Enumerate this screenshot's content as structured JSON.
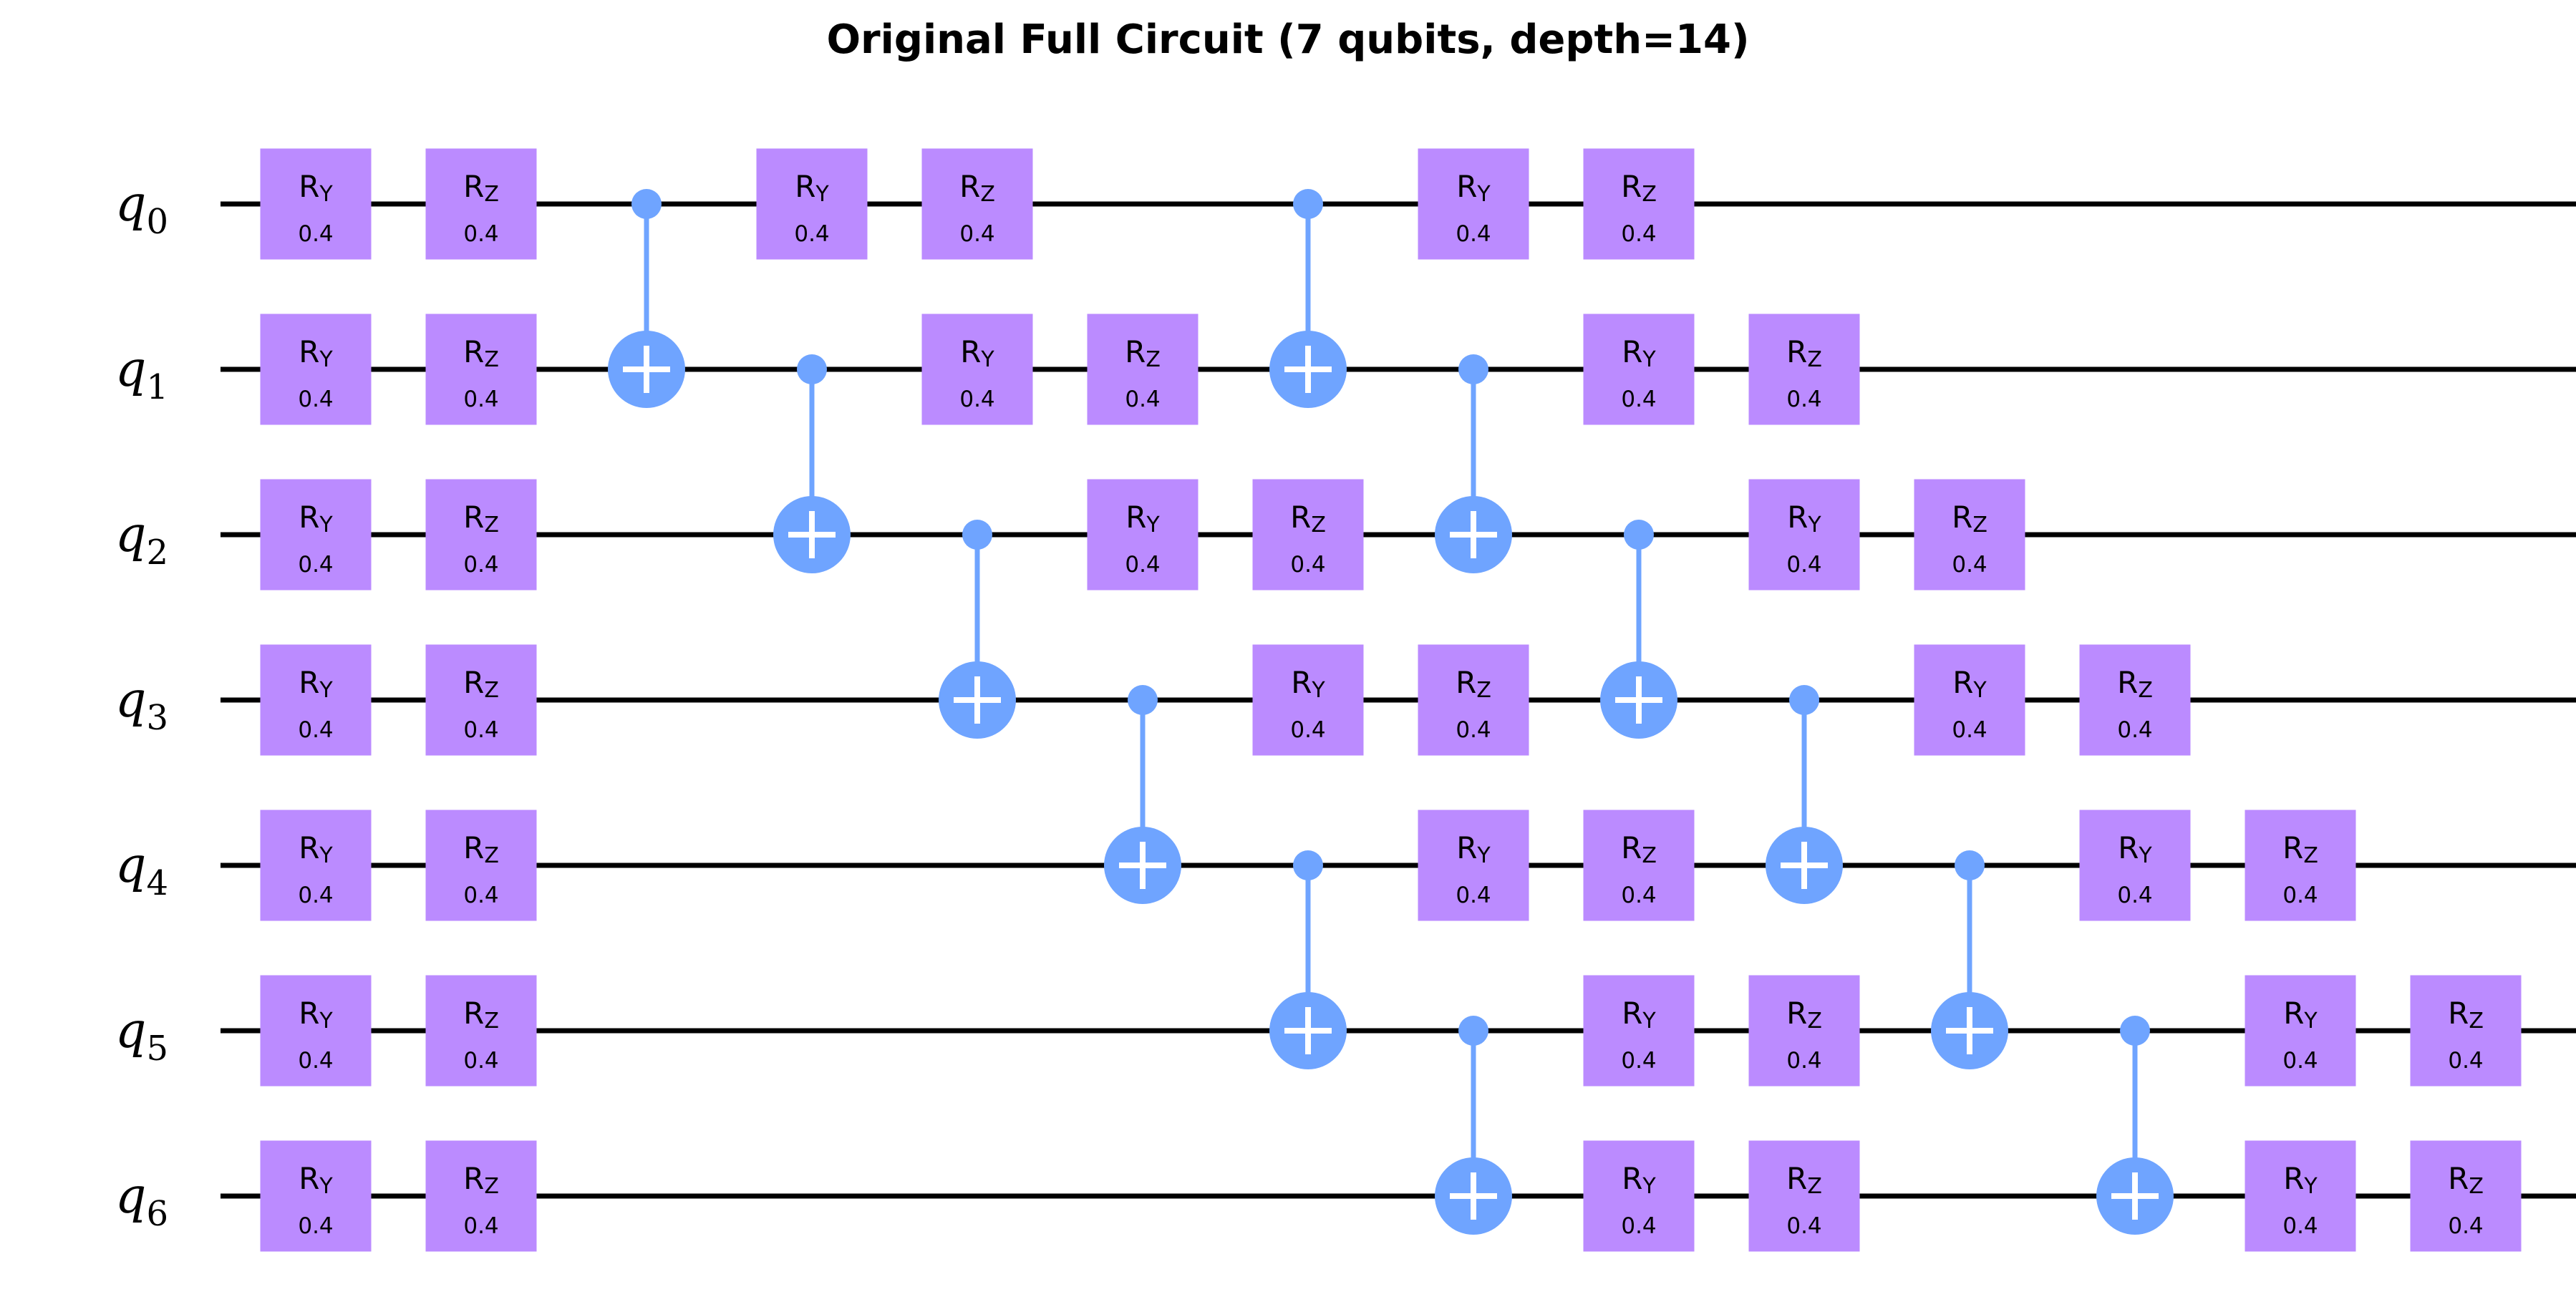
{
  "title": "Original Full Circuit (7 qubits, depth=14)",
  "colors": {
    "rotation_gate": "#bb8bff",
    "cx_gate": "#6fa4ff",
    "wire": "#000000",
    "cx_plus": "#ffffff"
  },
  "qubits": [
    {
      "letter": "q",
      "index": "0"
    },
    {
      "letter": "q",
      "index": "1"
    },
    {
      "letter": "q",
      "index": "2"
    },
    {
      "letter": "q",
      "index": "3"
    },
    {
      "letter": "q",
      "index": "4"
    },
    {
      "letter": "q",
      "index": "5"
    },
    {
      "letter": "q",
      "index": "6"
    }
  ],
  "gates": [
    {
      "type": "RY",
      "name": "R",
      "sub": "Y",
      "param": "0.4",
      "qubit": 0,
      "column": 0
    },
    {
      "type": "RY",
      "name": "R",
      "sub": "Y",
      "param": "0.4",
      "qubit": 1,
      "column": 0
    },
    {
      "type": "RY",
      "name": "R",
      "sub": "Y",
      "param": "0.4",
      "qubit": 2,
      "column": 0
    },
    {
      "type": "RY",
      "name": "R",
      "sub": "Y",
      "param": "0.4",
      "qubit": 3,
      "column": 0
    },
    {
      "type": "RY",
      "name": "R",
      "sub": "Y",
      "param": "0.4",
      "qubit": 4,
      "column": 0
    },
    {
      "type": "RY",
      "name": "R",
      "sub": "Y",
      "param": "0.4",
      "qubit": 5,
      "column": 0
    },
    {
      "type": "RY",
      "name": "R",
      "sub": "Y",
      "param": "0.4",
      "qubit": 6,
      "column": 0
    },
    {
      "type": "RZ",
      "name": "R",
      "sub": "Z",
      "param": "0.4",
      "qubit": 0,
      "column": 1
    },
    {
      "type": "RZ",
      "name": "R",
      "sub": "Z",
      "param": "0.4",
      "qubit": 1,
      "column": 1
    },
    {
      "type": "RZ",
      "name": "R",
      "sub": "Z",
      "param": "0.4",
      "qubit": 2,
      "column": 1
    },
    {
      "type": "RZ",
      "name": "R",
      "sub": "Z",
      "param": "0.4",
      "qubit": 3,
      "column": 1
    },
    {
      "type": "RZ",
      "name": "R",
      "sub": "Z",
      "param": "0.4",
      "qubit": 4,
      "column": 1
    },
    {
      "type": "RZ",
      "name": "R",
      "sub": "Z",
      "param": "0.4",
      "qubit": 5,
      "column": 1
    },
    {
      "type": "RZ",
      "name": "R",
      "sub": "Z",
      "param": "0.4",
      "qubit": 6,
      "column": 1
    },
    {
      "type": "CX",
      "control": 0,
      "target": 1,
      "column": 2
    },
    {
      "type": "RY",
      "name": "R",
      "sub": "Y",
      "param": "0.4",
      "qubit": 0,
      "column": 3
    },
    {
      "type": "CX",
      "control": 1,
      "target": 2,
      "column": 3
    },
    {
      "type": "RZ",
      "name": "R",
      "sub": "Z",
      "param": "0.4",
      "qubit": 0,
      "column": 4
    },
    {
      "type": "RY",
      "name": "R",
      "sub": "Y",
      "param": "0.4",
      "qubit": 1,
      "column": 4
    },
    {
      "type": "CX",
      "control": 2,
      "target": 3,
      "column": 4
    },
    {
      "type": "RZ",
      "name": "R",
      "sub": "Z",
      "param": "0.4",
      "qubit": 1,
      "column": 5
    },
    {
      "type": "RY",
      "name": "R",
      "sub": "Y",
      "param": "0.4",
      "qubit": 2,
      "column": 5
    },
    {
      "type": "CX",
      "control": 3,
      "target": 4,
      "column": 5
    },
    {
      "type": "CX",
      "control": 0,
      "target": 1,
      "column": 6
    },
    {
      "type": "RZ",
      "name": "R",
      "sub": "Z",
      "param": "0.4",
      "qubit": 2,
      "column": 6
    },
    {
      "type": "RY",
      "name": "R",
      "sub": "Y",
      "param": "0.4",
      "qubit": 3,
      "column": 6
    },
    {
      "type": "CX",
      "control": 4,
      "target": 5,
      "column": 6
    },
    {
      "type": "RY",
      "name": "R",
      "sub": "Y",
      "param": "0.4",
      "qubit": 0,
      "column": 7
    },
    {
      "type": "CX",
      "control": 1,
      "target": 2,
      "column": 7
    },
    {
      "type": "RZ",
      "name": "R",
      "sub": "Z",
      "param": "0.4",
      "qubit": 3,
      "column": 7
    },
    {
      "type": "RY",
      "name": "R",
      "sub": "Y",
      "param": "0.4",
      "qubit": 4,
      "column": 7
    },
    {
      "type": "CX",
      "control": 5,
      "target": 6,
      "column": 7
    },
    {
      "type": "RZ",
      "name": "R",
      "sub": "Z",
      "param": "0.4",
      "qubit": 0,
      "column": 8
    },
    {
      "type": "RY",
      "name": "R",
      "sub": "Y",
      "param": "0.4",
      "qubit": 1,
      "column": 8
    },
    {
      "type": "CX",
      "control": 2,
      "target": 3,
      "column": 8
    },
    {
      "type": "RZ",
      "name": "R",
      "sub": "Z",
      "param": "0.4",
      "qubit": 4,
      "column": 8
    },
    {
      "type": "RY",
      "name": "R",
      "sub": "Y",
      "param": "0.4",
      "qubit": 5,
      "column": 8
    },
    {
      "type": "RY",
      "name": "R",
      "sub": "Y",
      "param": "0.4",
      "qubit": 6,
      "column": 8
    },
    {
      "type": "RZ",
      "name": "R",
      "sub": "Z",
      "param": "0.4",
      "qubit": 1,
      "column": 9
    },
    {
      "type": "RY",
      "name": "R",
      "sub": "Y",
      "param": "0.4",
      "qubit": 2,
      "column": 9
    },
    {
      "type": "CX",
      "control": 3,
      "target": 4,
      "column": 9
    },
    {
      "type": "RZ",
      "name": "R",
      "sub": "Z",
      "param": "0.4",
      "qubit": 5,
      "column": 9
    },
    {
      "type": "RZ",
      "name": "R",
      "sub": "Z",
      "param": "0.4",
      "qubit": 6,
      "column": 9
    },
    {
      "type": "RZ",
      "name": "R",
      "sub": "Z",
      "param": "0.4",
      "qubit": 2,
      "column": 10
    },
    {
      "type": "RY",
      "name": "R",
      "sub": "Y",
      "param": "0.4",
      "qubit": 3,
      "column": 10
    },
    {
      "type": "CX",
      "control": 4,
      "target": 5,
      "column": 10
    },
    {
      "type": "RZ",
      "name": "R",
      "sub": "Z",
      "param": "0.4",
      "qubit": 3,
      "column": 11
    },
    {
      "type": "RY",
      "name": "R",
      "sub": "Y",
      "param": "0.4",
      "qubit": 4,
      "column": 11
    },
    {
      "type": "CX",
      "control": 5,
      "target": 6,
      "column": 11
    },
    {
      "type": "RZ",
      "name": "R",
      "sub": "Z",
      "param": "0.4",
      "qubit": 4,
      "column": 12
    },
    {
      "type": "RY",
      "name": "R",
      "sub": "Y",
      "param": "0.4",
      "qubit": 5,
      "column": 12
    },
    {
      "type": "RY",
      "name": "R",
      "sub": "Y",
      "param": "0.4",
      "qubit": 6,
      "column": 12
    },
    {
      "type": "RZ",
      "name": "R",
      "sub": "Z",
      "param": "0.4",
      "qubit": 5,
      "column": 13
    },
    {
      "type": "RZ",
      "name": "R",
      "sub": "Z",
      "param": "0.4",
      "qubit": 6,
      "column": 13
    }
  ]
}
